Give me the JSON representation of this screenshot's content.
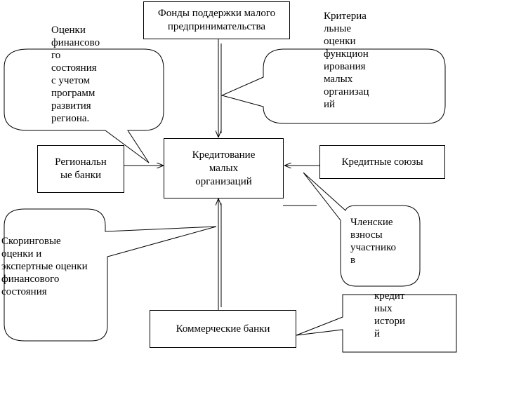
{
  "boxes": {
    "funds": "Фонды поддержки малого\nпредпринимательства",
    "center": "Кредитование\nмалых\nорганизаций",
    "regional": "Региональн\nые банки",
    "unions": "Кредитные союзы",
    "commercial": "Коммерческие банки"
  },
  "callouts": {
    "financial": "Оценки\nфинансово\nго\nсостояния\nс учетом\nпрограмм\nразвития\nрегиона.",
    "criteria": "Критериа\nльные\nоценки\nфункцион\nирования\nмалых\nорганизац\nий",
    "scoring": "Скоринговые\nоценки и\nэкспертные оценки\nфинансового\nсостояния",
    "member": "Членские\nвзносы\nучастнико\nв",
    "history": "кредит\nных\nистори\nй"
  }
}
